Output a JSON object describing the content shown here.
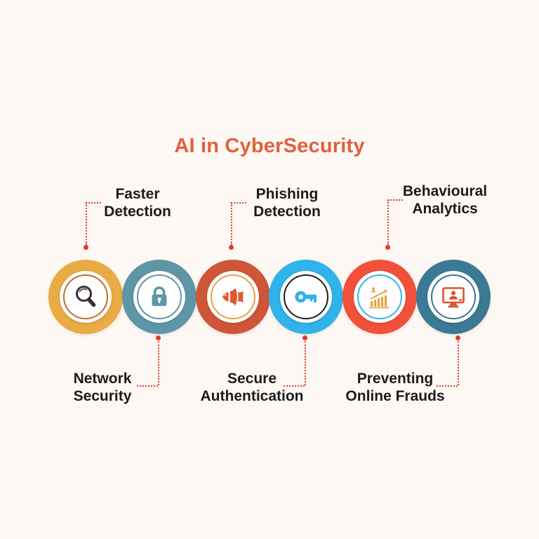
{
  "background": "#FDF8F3",
  "connector_color": "#E13B2B",
  "title": {
    "text": "AI in CyberSecurity",
    "color": "#E0603C"
  },
  "items": [
    {
      "label": "Faster Detection",
      "label_lines": [
        "Faster",
        "Detection"
      ],
      "label_position": "above",
      "icon": "magnifier-icon",
      "colors": {
        "outer": "#E9AB43",
        "ring": "#C06A2D",
        "icon": "#3A2E39"
      }
    },
    {
      "label": "Network Security",
      "label_lines": [
        "Network",
        "Security"
      ],
      "label_position": "below",
      "icon": "padlock-icon",
      "colors": {
        "outer": "#5E96A8",
        "ring": "#5E96A8",
        "icon": "#5E96A8"
      }
    },
    {
      "label": "Phishing Detection",
      "label_lines": [
        "Phishing",
        "Detection"
      ],
      "label_position": "above",
      "icon": "fish-icon",
      "colors": {
        "outer": "#CF5538",
        "ring": "#E8A33D",
        "icon": "#E2582E"
      }
    },
    {
      "label": "Secure Authentication",
      "label_lines": [
        "Secure",
        "Authentication"
      ],
      "label_position": "below",
      "icon": "key-icon",
      "colors": {
        "outer": "#2FB3E8",
        "ring": "#1D1D1B",
        "icon": "#2FB3E8"
      }
    },
    {
      "label": "Behavioural Analytics",
      "label_lines": [
        "Behavioural",
        "Analytics"
      ],
      "label_position": "above",
      "icon": "growth-chart-icon",
      "colors": {
        "outer": "#F2503A",
        "ring": "#35B4E4",
        "icon": "#E8A33D"
      }
    },
    {
      "label": "Preventing Online Frauds",
      "label_lines": [
        "Preventing",
        "Online Frauds"
      ],
      "label_position": "below",
      "icon": "monitor-user-icon",
      "colors": {
        "outer": "#3A7A94",
        "ring": "#39758F",
        "icon": "#E0502F"
      }
    }
  ]
}
